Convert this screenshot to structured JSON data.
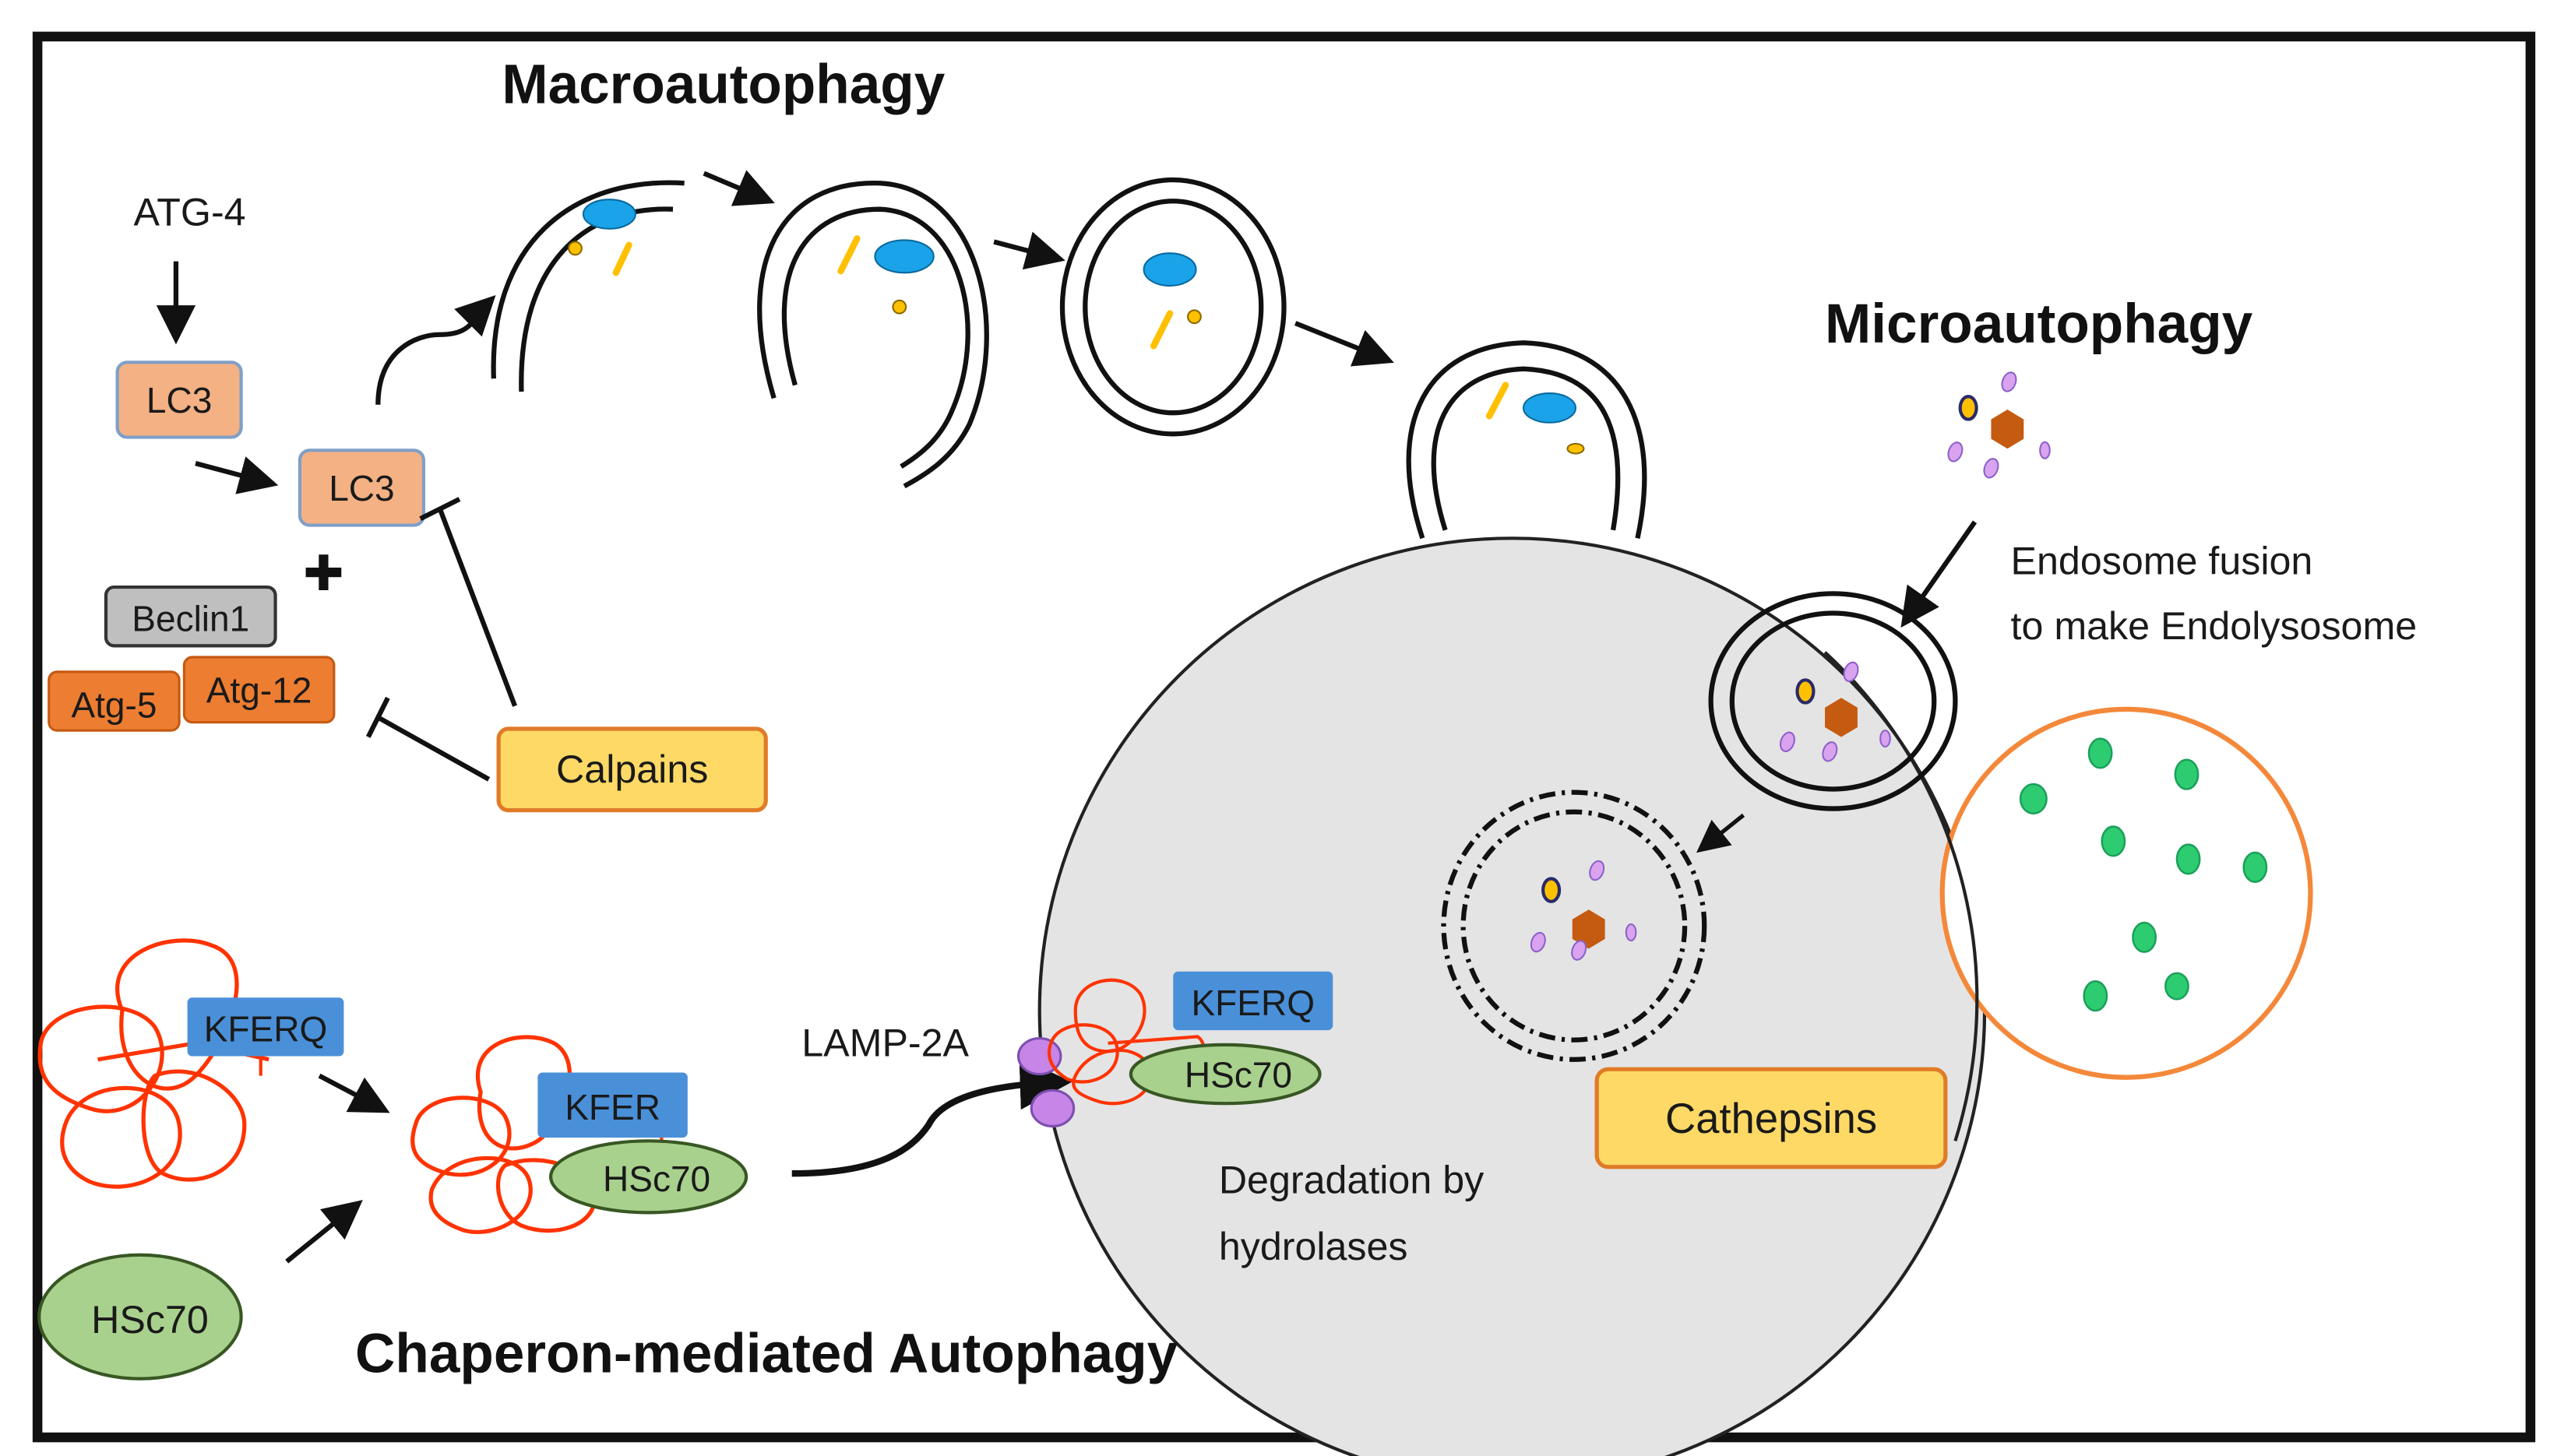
{
  "titles": {
    "macroautophagy": "Macroautophagy",
    "microautophagy": "Microautophagy",
    "cma": "Chaperon-mediated Autophagy"
  },
  "macro_pathway": {
    "atg4": "ATG-4",
    "lc3_first": "LC3",
    "lc3_second": "LC3",
    "plus_symbol": "✚",
    "beclin": "Beclin1",
    "atg5": "Atg-5",
    "atg12": "Atg-12",
    "calpains": "Calpains"
  },
  "micro_pathway": {
    "endosome_line1": "Endosome  fusion",
    "endosome_line2": "to make Endolysosome"
  },
  "lysosome": {
    "cathepsins": "Cathepsins",
    "degradation_line1": "Degradation by",
    "degradation_line2": "hydrolases"
  },
  "cma_pathway": {
    "kferq_free": "KFERQ",
    "kfer_bound": "KFER",
    "hsc70_bound": "HSc70",
    "hsc70_free": "HSc70",
    "lamp2a": "LAMP-2A",
    "kferq_lysosome": "KFERQ",
    "hsc70_lysosome": "HSc70"
  },
  "colors": {
    "lc3": "#f4b183",
    "beclin": "#bfbfbf",
    "atg": "#ed7d31",
    "calpain_fill": "#ffd966",
    "calpain_border": "#e07b28",
    "kferq": "#4a90d9",
    "hsc70": "#a9d18e",
    "lysosome": "#e4e4e4",
    "cargo_blue": "#1aa3e8",
    "cargo_yellow": "#ffc000",
    "protein_red": "#ff3300",
    "lamp": "#c785e8",
    "green_dots": "#2ecc71",
    "endosome_ring": "#f4883a",
    "hexagon": "#c55a11",
    "vesicle_purple": "#d9a3f0"
  }
}
